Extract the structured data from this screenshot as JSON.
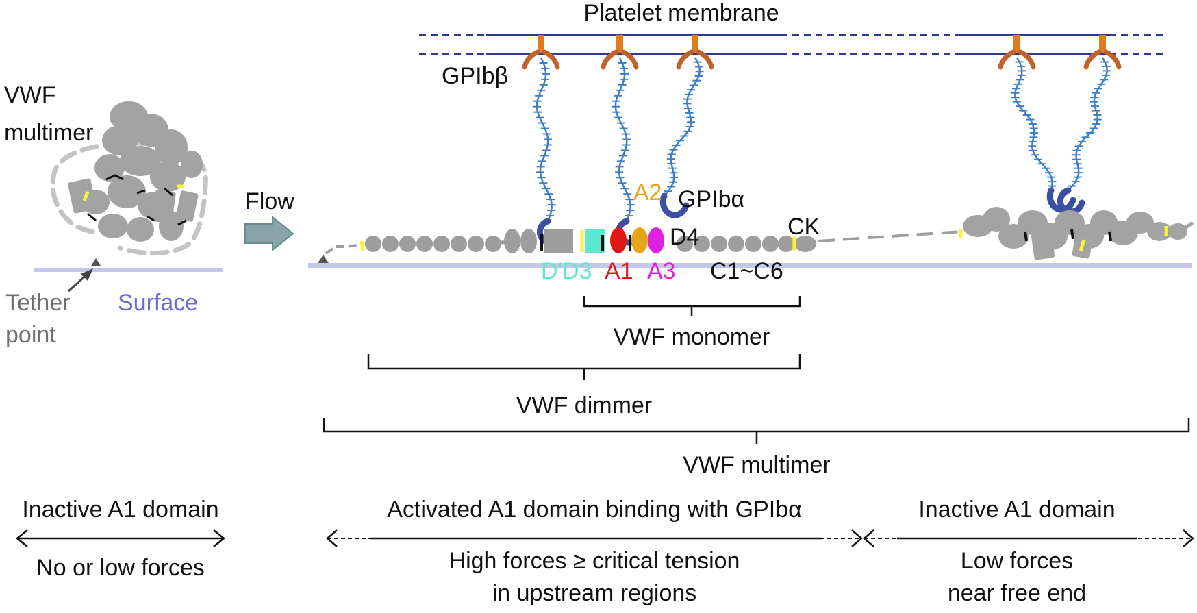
{
  "labels": {
    "platelet_membrane": "Platelet membrane",
    "gpib_beta": "GPIbβ",
    "gpib_alpha": "GPIbα",
    "vwf_multimer_left_1": "VWF",
    "vwf_multimer_left_2": "multimer",
    "flow": "Flow",
    "tether_point_1": "Tether",
    "tether_point_2": "point",
    "surface": "Surface",
    "d_prime_d3": "D'D3",
    "a1": "A1",
    "a2": "A2",
    "a3": "A3",
    "d4": "D4",
    "ck": "CK",
    "c1_c6": "C1~C6",
    "vwf_monomer": "VWF monomer",
    "vwf_dimmer": "VWF dimmer",
    "vwf_multimer": "VWF multimer",
    "inactive_left": "Inactive A1 domain",
    "no_low_forces": "No or low forces",
    "activated": "Activated A1 domain binding with GPIbα",
    "high_forces_1": "High forces ≥ critical tension",
    "high_forces_2": "in upstream regions",
    "inactive_right": "Inactive A1 domain",
    "low_forces_1": "Low forces",
    "low_forces_2": "near free end"
  },
  "colors": {
    "membrane": "#2e3a8c",
    "gpib_beta": "#e07b1f",
    "gpib_beta_tip": "#c0622a",
    "gpib_chain": "#3f7ec6",
    "gpib_hook": "#3d4fa3",
    "vwf_gray": "#9e9e9e",
    "surface": "#c6c6ea",
    "surface_text": "#6a6ad0",
    "flow_arrow": "#8aa3a8",
    "d_prime_d3": "#5ce8d0",
    "a1": "#e01515",
    "a2": "#e6a61b",
    "a3": "#e020e0",
    "tether_text": "#707070",
    "link_yellow": "#f5f53a"
  }
}
